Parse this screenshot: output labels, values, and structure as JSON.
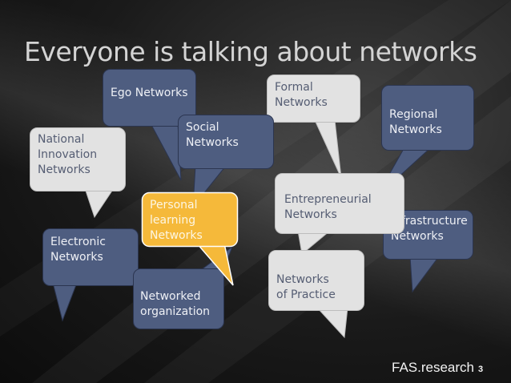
{
  "slide": {
    "title": "Everyone is talking about networks",
    "brand": "FAS.research",
    "page_number": "3"
  },
  "colors": {
    "blue_fill": "#4e5d80",
    "blue_text": "#eef0f5",
    "gray_fill": "#e2e2e2",
    "gray_text": "#555d73",
    "orange_fill": "#f5b93a",
    "orange_text": "#fdf6e3",
    "title": "#d4d4d4"
  },
  "bubbles": [
    {
      "id": "formal-networks",
      "text": "Formal\nNetworks",
      "style": "gray"
    },
    {
      "id": "regional-networks",
      "text": "Regional\nNetworks",
      "style": "blue"
    },
    {
      "id": "infrastructure-networks",
      "text": "Infrastructure\nNetworks",
      "style": "blue"
    },
    {
      "id": "entrepreneurial-networks",
      "text": "Entrepreneurial\nNetworks",
      "style": "gray"
    },
    {
      "id": "networks-of-practice",
      "text": "Networks\nof Practice",
      "style": "gray"
    },
    {
      "id": "national-innovation-networks",
      "text": "National\nInnovation\nNetworks",
      "style": "gray"
    },
    {
      "id": "ego-networks",
      "text": "Ego Networks",
      "style": "blue"
    },
    {
      "id": "electronic-networks",
      "text": "Electronic\nNetworks",
      "style": "blue"
    },
    {
      "id": "social-networks",
      "text": "Social\nNetworks",
      "style": "blue"
    },
    {
      "id": "networked-organization",
      "text": "Networked\norganization",
      "style": "blue"
    },
    {
      "id": "personal-learning-networks",
      "text": "Personal\nlearning\nNetworks",
      "style": "orange"
    }
  ]
}
